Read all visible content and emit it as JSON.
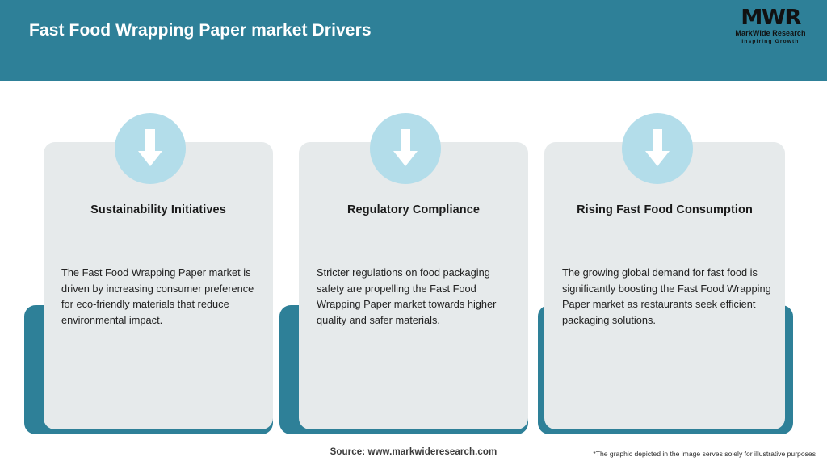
{
  "header": {
    "title": "Fast Food Wrapping Paper market Drivers",
    "background_color": "#2e8098",
    "title_color": "#ffffff"
  },
  "logo": {
    "mark": "MWR",
    "name": "MarkWide Research",
    "tagline": "Inspiring Growth"
  },
  "theme": {
    "teal": "#2e8098",
    "card_gray": "#e6eaeb",
    "icon_blue": "#b3ddea",
    "arrow_white": "#ffffff",
    "page_background": "#ffffff"
  },
  "cards": [
    {
      "icon": "arrow-down-icon",
      "title": "Sustainability Initiatives",
      "body": "The Fast Food Wrapping Paper market is driven by increasing consumer preference for eco-friendly materials that reduce environmental impact."
    },
    {
      "icon": "arrow-down-icon",
      "title": "Regulatory Compliance",
      "body": "Stricter regulations on food packaging safety are propelling the Fast Food Wrapping Paper market towards higher quality and safer materials."
    },
    {
      "icon": "arrow-down-icon",
      "title": "Rising Fast Food Consumption",
      "body": "The growing global demand for fast food is significantly boosting the Fast Food Wrapping Paper market as restaurants seek efficient packaging solutions."
    }
  ],
  "footer": {
    "source": "Source: www.markwideresearch.com",
    "disclaimer": "*The graphic depicted in the image serves solely for illustrative purposes"
  }
}
